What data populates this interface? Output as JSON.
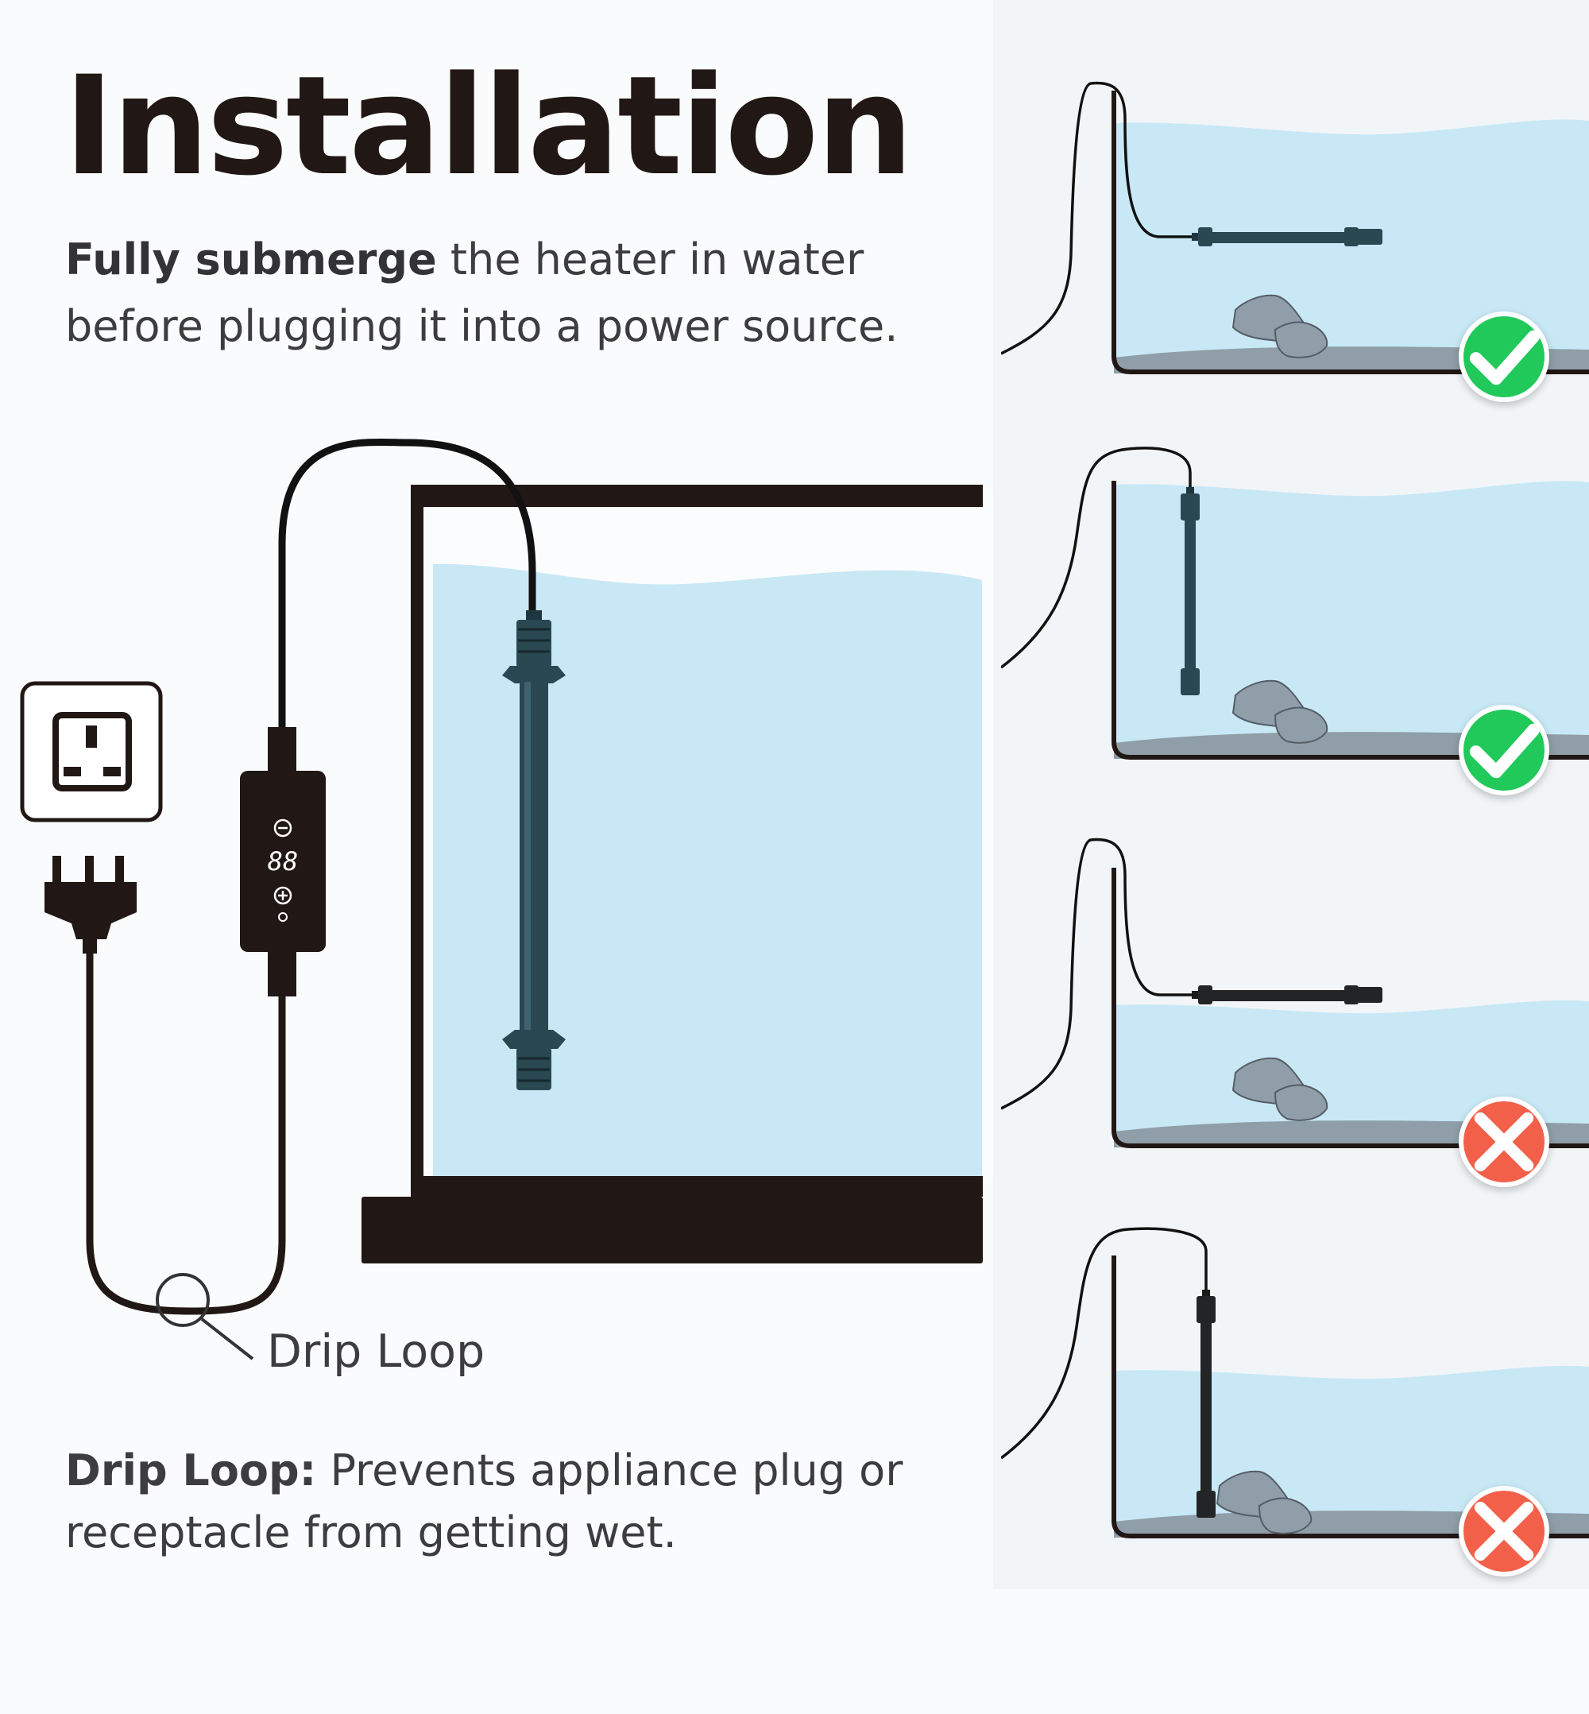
{
  "header": {
    "title": "Installation",
    "subtitle_bold": "Fully submerge",
    "subtitle_rest": " the heater in water before plugging it into a power source."
  },
  "controller": {
    "display": "88"
  },
  "drip_loop": {
    "label": "Drip Loop",
    "note_bold": "Drip Loop:",
    "note_rest": " Prevents appliance plug or receptacle from getting wet."
  },
  "scenarios": [
    {
      "orientation": "horizontal",
      "submerged": true,
      "result": "correct",
      "icon": "check-icon"
    },
    {
      "orientation": "vertical",
      "submerged": true,
      "result": "correct",
      "icon": "check-icon"
    },
    {
      "orientation": "horizontal",
      "submerged": false,
      "result": "incorrect",
      "icon": "cross-icon"
    },
    {
      "orientation": "vertical",
      "submerged": false,
      "result": "incorrect",
      "icon": "cross-icon"
    }
  ],
  "colors": {
    "water": "#c8e8f5",
    "outline": "#211714",
    "heater": "#2a4852",
    "heater_dark": "#222426",
    "rock": "#8f9ea8",
    "correct": "#20c95a",
    "incorrect": "#f2604a"
  }
}
